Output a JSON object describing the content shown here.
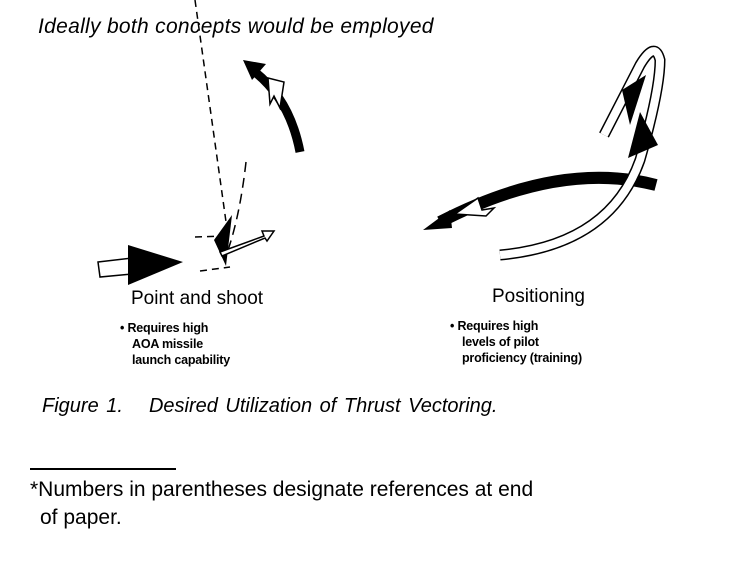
{
  "figure": {
    "heading": "Ideally both concepts would be employed",
    "left_panel": {
      "label": "Point and shoot",
      "bullet_lines": [
        "• Requires high",
        "AOA missile",
        "launch capability"
      ]
    },
    "right_panel": {
      "label": "Positioning",
      "bullet_lines": [
        "• Requires high",
        "levels of pilot",
        "proficiency (training)"
      ]
    },
    "caption_number": "Figure 1.",
    "caption_text": "Desired Utilization of Thrust Vectoring."
  },
  "footnote": {
    "line1": "*Numbers in parentheses designate references at end",
    "line2": "of paper."
  }
}
